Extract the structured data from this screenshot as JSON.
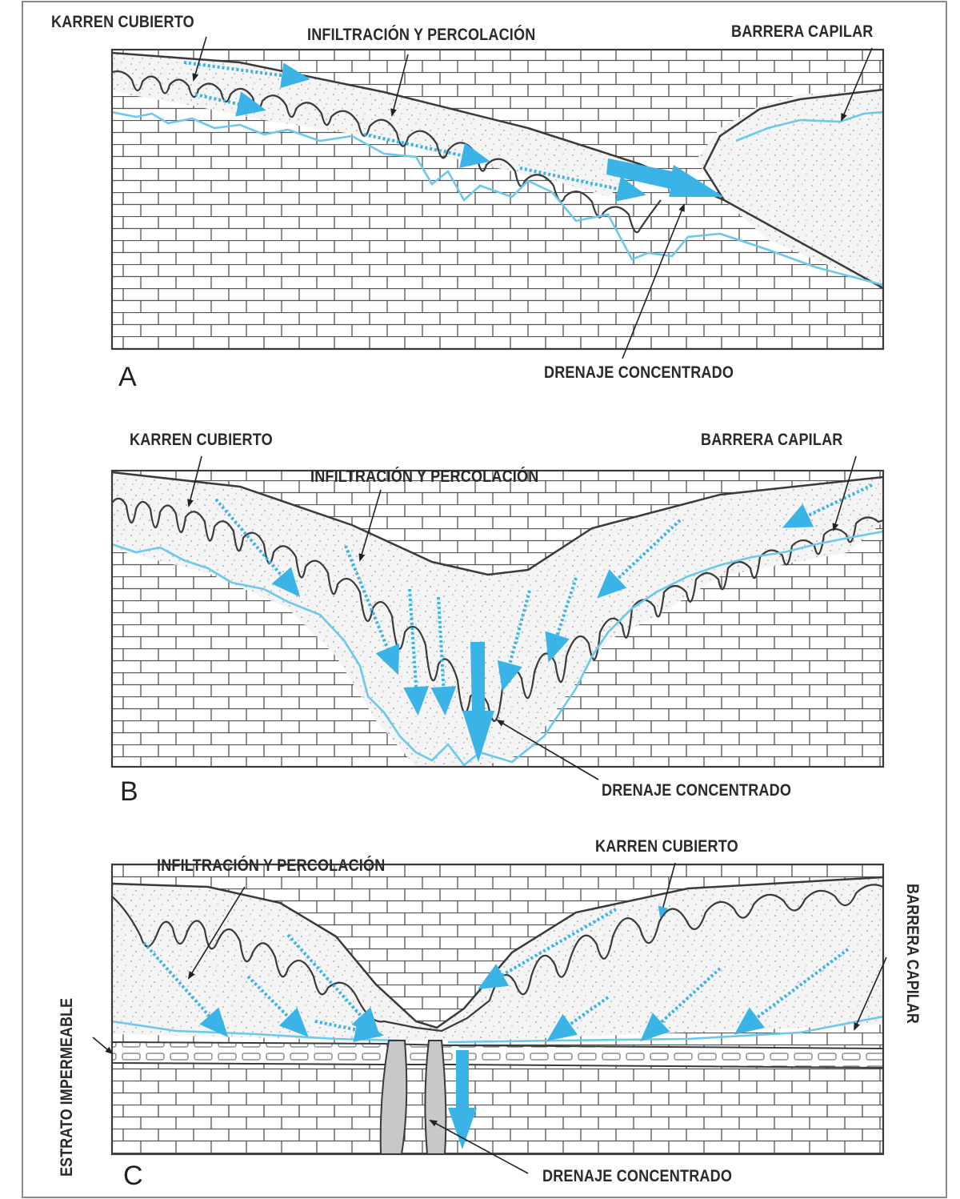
{
  "panels": [
    {
      "id": "A",
      "letter": "A",
      "labels": {
        "karren": "KARREN CUBIERTO",
        "infiltration": "INFILTRACIÓN Y PERCOLACIÓN",
        "barrier": "BARRERA CAPILAR",
        "drainage": "DRENAJE CONCENTRADO"
      }
    },
    {
      "id": "B",
      "letter": "B",
      "labels": {
        "karren": "KARREN CUBIERTO",
        "infiltration": "INFILTRACIÓN Y PERCOLACIÓN",
        "barrier": "BARRERA CAPILAR",
        "drainage": "DRENAJE CONCENTRADO"
      }
    },
    {
      "id": "C",
      "letter": "C",
      "labels": {
        "karren": "KARREN CUBIERTO",
        "infiltration": "INFILTRACIÓN Y PERCOLACIÓN",
        "barrier": "BARRERA CAPILAR",
        "drainage": "DRENAJE CONCENTRADO",
        "impermeable": "ESTRATO IMPERMEABLE"
      }
    }
  ],
  "colors": {
    "water": "#3ab4e6",
    "water_light": "#7fd0ee",
    "line": "#3a3a3a",
    "brick": "#555555"
  }
}
